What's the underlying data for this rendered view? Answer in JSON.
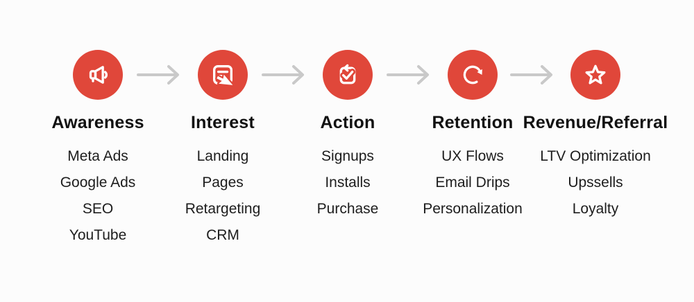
{
  "funnel": {
    "colors": {
      "circle": "#e0473a",
      "arrow": "#c9c9c9",
      "title": "#111111",
      "item": "#1d1d1d",
      "background": "#fcfcfc"
    },
    "stages": [
      {
        "title": "Awareness",
        "icon": "megaphone-icon",
        "items": [
          "Meta Ads",
          "Google Ads",
          "SEO",
          "YouTube"
        ]
      },
      {
        "title": "Interest",
        "icon": "form-click-icon",
        "items": [
          "Landing",
          "Pages",
          "Retargeting",
          "CRM"
        ]
      },
      {
        "title": "Action",
        "icon": "clipboard-check-icon",
        "items": [
          "Signups",
          "Installs",
          "Purchase"
        ]
      },
      {
        "title": "Retention",
        "icon": "refresh-icon",
        "items": [
          "UX Flows",
          "Email Drips",
          "Personalization"
        ]
      },
      {
        "title": "Revenue/Referral",
        "icon": "star-icon",
        "items": [
          "LTV Optimization",
          "Upssells",
          "Loyalty"
        ]
      }
    ]
  }
}
